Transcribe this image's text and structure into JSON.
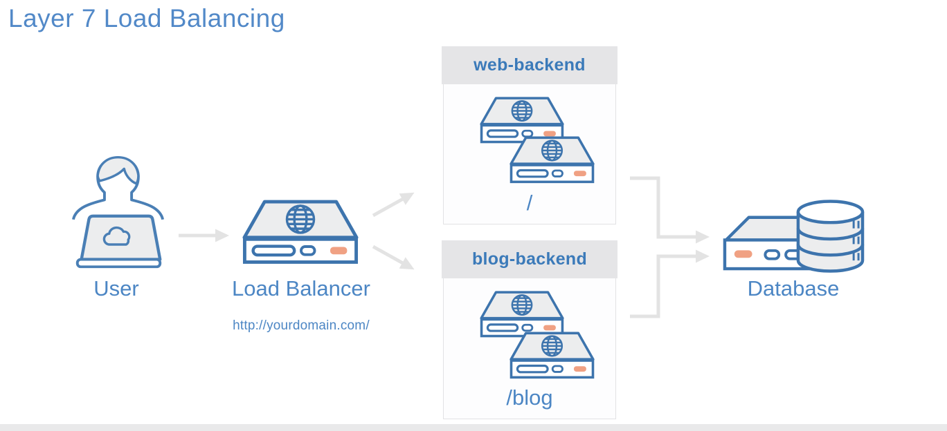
{
  "title": "Layer 7 Load Balancing",
  "diagram": {
    "user": {
      "label": "User"
    },
    "load_balancer": {
      "label": "Load Balancer",
      "url": "http://yourdomain.com/"
    },
    "backends": [
      {
        "name": "web-backend",
        "route": "/",
        "server_count": 2
      },
      {
        "name": "blog-backend",
        "route": "/blog",
        "server_count": 2
      }
    ],
    "database": {
      "label": "Database"
    },
    "connections": [
      {
        "from": "user",
        "to": "load-balancer",
        "style": "arrow"
      },
      {
        "from": "load-balancer",
        "to": "web-backend",
        "style": "arrow"
      },
      {
        "from": "load-balancer",
        "to": "blog-backend",
        "style": "arrow"
      },
      {
        "from": "web-backend",
        "to": "database",
        "style": "elbow-arrow"
      },
      {
        "from": "blog-backend",
        "to": "database",
        "style": "elbow-arrow"
      }
    ]
  },
  "colors": {
    "title_blue": "#5289c8",
    "label_blue": "#4c86c4",
    "backend_header_blue": "#3b7ab9",
    "icon_stroke_blue": "#3d74ad",
    "icon_fill_gray": "#ecedee",
    "accent_orange": "#f0a183",
    "panel_header_bg": "#e5e5e7",
    "connector_gray": "#e3e3e3",
    "bottom_bar_gray": "#e9e9ea"
  }
}
